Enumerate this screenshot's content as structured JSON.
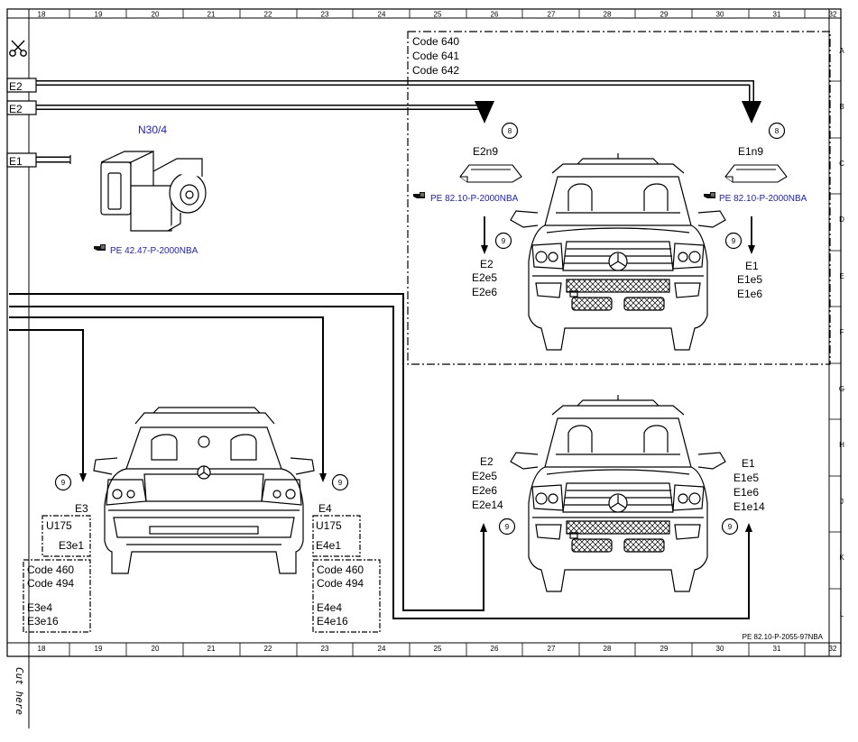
{
  "ruler": {
    "columns": [
      "18",
      "19",
      "20",
      "21",
      "22",
      "23",
      "24",
      "25",
      "26",
      "27",
      "28",
      "29",
      "30",
      "31",
      "32"
    ],
    "rows": [
      "A",
      "B",
      "C",
      "D",
      "E",
      "F",
      "G",
      "H",
      "J",
      "K",
      "L"
    ]
  },
  "connectors": {
    "c1": "E2",
    "c2": "E2",
    "c3": "E1"
  },
  "module": {
    "title": "N30/4",
    "ref": "PE 42.47-P-2000NBA"
  },
  "code_box_front": {
    "line1": "Code 640",
    "line2": "Code 641",
    "line3": "Code 642"
  },
  "left_lamp_unit": {
    "circle": "8",
    "name": "E2n9",
    "ref": "PE 82.10-P-2000NBA",
    "circle2": "9",
    "items": [
      "E2",
      "E2e5",
      "E2e6"
    ]
  },
  "right_lamp_unit": {
    "circle": "8",
    "name": "E1n9",
    "ref": "PE 82.10-P-2000NBA",
    "circle2": "9",
    "items": [
      "E1",
      "E1e5",
      "E1e6"
    ]
  },
  "rear_left": {
    "circle": "9",
    "name": "E3",
    "u_box": [
      "U175",
      "E3e1"
    ],
    "code_box": [
      "Code 460",
      "Code 494",
      "E3e4",
      "E3e16"
    ]
  },
  "rear_right": {
    "circle": "9",
    "name": "E4",
    "u_box": [
      "U175",
      "E4e1"
    ],
    "code_box": [
      "Code 460",
      "Code 494",
      "E4e4",
      "E4e16"
    ]
  },
  "front_bottom_left": {
    "circle": "9",
    "items": [
      "E2",
      "E2e5",
      "E2e6",
      "E2e14"
    ]
  },
  "front_bottom_right": {
    "circle": "9",
    "items": [
      "E1",
      "E1e5",
      "E1e6",
      "E1e14"
    ]
  },
  "footer_ref": "PE 82.10-P-2055-97NBA",
  "cut_label": "Cut here",
  "icons": [
    "scissors-icon",
    "reference-hand-icon"
  ]
}
